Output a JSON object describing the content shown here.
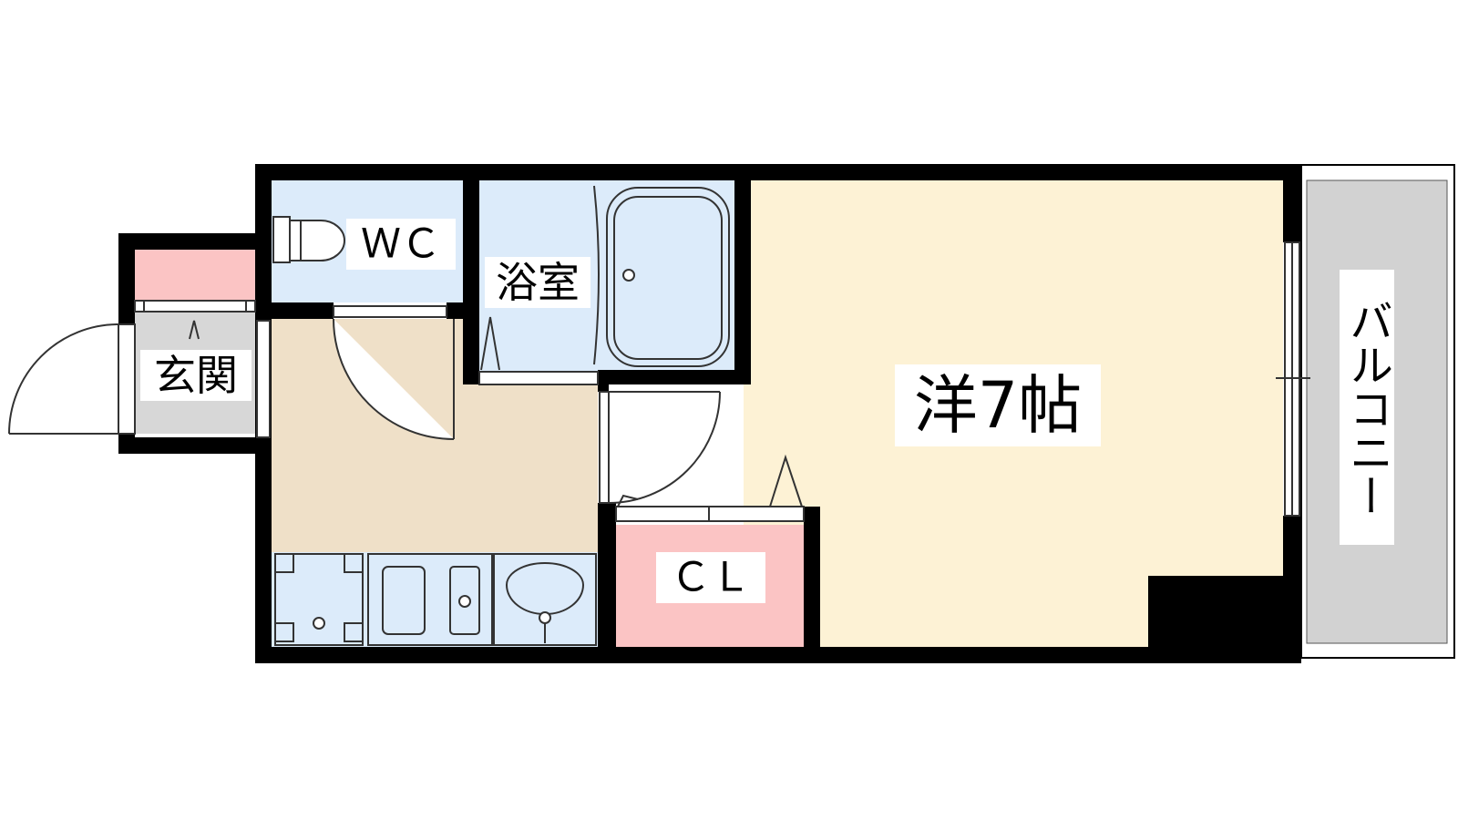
{
  "rooms": {
    "wc": {
      "label": "ＷＣ"
    },
    "bath": {
      "label": "浴室"
    },
    "entrance": {
      "label": "玄関"
    },
    "western_room": {
      "label": "洋7帖"
    },
    "closet": {
      "label": "ＣＬ"
    },
    "balcony": {
      "label": "バルコニー"
    }
  },
  "colors": {
    "wall": "#000000",
    "western_room_floor": "#fdf2d5",
    "kitchen_floor": "#efe0c8",
    "wet_area": "#dcebfa",
    "closet": "#fbc4c4",
    "entrance_shelf": "#fbc4c4",
    "entrance_floor": "#d7d7d7",
    "balcony": "#d2d2d2",
    "fixture_stroke": "#333333"
  }
}
